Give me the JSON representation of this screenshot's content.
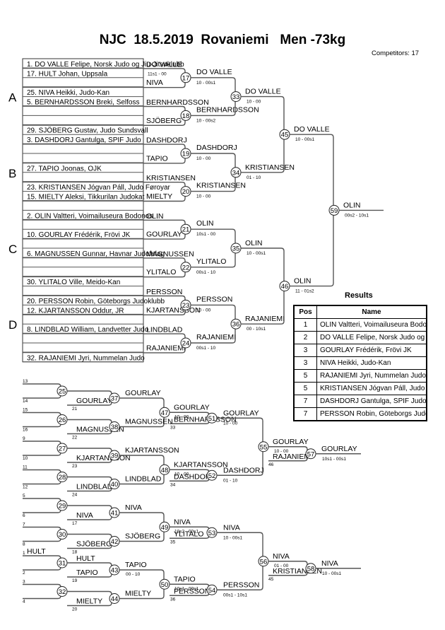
{
  "title": "NJC  18.5.2019  Rovaniemi   Men -73kg",
  "competitors_label": "Competitors: 17",
  "pools": [
    "A",
    "B",
    "C",
    "D"
  ],
  "draw": [
    "1. DO VALLE Felipe, Norsk Judo og Jiu-Jitsuklubb",
    "17. HULT Johan, Uppsala",
    "",
    "25. NIVA Heikki, Judo-Kan",
    "5. BERNHARDSSON Breki, Selfoss",
    "",
    "",
    "29. SJÖBERG Gustav, Judo Sundsvall",
    "3. DASHDORJ Gantulga, SPIF Judo",
    "",
    "",
    "27. TAPIO Joonas, OJK",
    "",
    "23. KRISTIANSEN Jógvan Páll, Judo Føroyar",
    "15. MIELTY Aleksi, Tikkurilan Judokat",
    "",
    "2. OLIN Valtteri, Voimailuseura Bodonos",
    "",
    "10. GOURLAY Frédérik, Frövi JK",
    "",
    "6. MAGNUSSEN Gunnar, Havnar Judofelag",
    "",
    "",
    "30. YLITALO Ville, Meido-Kan",
    "",
    "20. PERSSON Robin, Göteborgs Judoklubb",
    "12. KJARTANSSON Oddur, JR",
    "",
    "8. LINDBLAD William, Landvetter Judo",
    "",
    "",
    "32. RAJANIEMI Jyri, Nummelan Judo"
  ],
  "main_matches": [
    {
      "no": "17",
      "top": "DO VALLE",
      "bottom": "NIVA",
      "score": "11s1 - 00",
      "winner": "DO VALLE",
      "wscore": "10 - 00s1"
    },
    {
      "no": "18",
      "top": "BERNHARDSSON",
      "bottom": "SJÖBERG",
      "winner": "BERNHARDSSON",
      "wscore": "10 - 00s2"
    },
    {
      "no": "19",
      "top": "DASHDORJ",
      "bottom": "TAPIO",
      "winner": "DASHDORJ",
      "wscore": "10 - 00"
    },
    {
      "no": "20",
      "top": "KRISTIANSEN",
      "bottom": "MIELTY",
      "winner": "KRISTIANSEN",
      "wscore": "10 - 00"
    },
    {
      "no": "21",
      "top": "OLIN",
      "bottom": "GOURLAY",
      "winner": "OLIN",
      "wscore": "10s1 - 00"
    },
    {
      "no": "22",
      "top": "MAGNUSSEN",
      "bottom": "YLITALO",
      "winner": "YLITALO",
      "wscore": "00s1 - 10"
    },
    {
      "no": "23",
      "top": "PERSSON",
      "bottom": "KJARTANSSON",
      "winner": "PERSSON",
      "wscore": "10 - 00"
    },
    {
      "no": "24",
      "top": "LINDBLAD",
      "bottom": "RAJANIEMI",
      "winner": "RAJANIEMI",
      "wscore": "00s1 - 10"
    },
    {
      "no": "33",
      "winner": "DO VALLE",
      "wscore": "10 - 00"
    },
    {
      "no": "34",
      "winner": "KRISTIANSEN",
      "wscore": "01 - 10"
    },
    {
      "no": "35",
      "winner": "OLIN",
      "wscore": "10 - 00s1"
    },
    {
      "no": "36",
      "winner": "RAJANIEMI",
      "wscore": "00 - 10s1"
    },
    {
      "no": "45",
      "winner": "DO VALLE",
      "wscore": "10 - 00s1"
    },
    {
      "no": "46",
      "winner": "OLIN",
      "wscore": "11 - 01s2"
    },
    {
      "no": "59",
      "winner": "OLIN",
      "wscore": "00s2 - 10s1"
    }
  ],
  "repechage": {
    "r1": [
      {
        "no": "25",
        "a": "13",
        "b": "14"
      },
      {
        "no": "26",
        "a": "15",
        "b": "16"
      },
      {
        "no": "27",
        "a": "9",
        "b": "10"
      },
      {
        "no": "28",
        "a": "11",
        "b": "12"
      },
      {
        "no": "29",
        "a": "5",
        "b": "6"
      },
      {
        "no": "30",
        "a": "7",
        "b": "8"
      },
      {
        "no": "31",
        "a": "1",
        "b": "2",
        "a_name": "HULT"
      },
      {
        "no": "32",
        "a": "3",
        "b": "4"
      }
    ],
    "r2": [
      {
        "no": "37",
        "top": "",
        "bottom": "GOURLAY",
        "bref": "21",
        "winner": "GOURLAY"
      },
      {
        "no": "38",
        "top": "",
        "bottom": "MAGNUSSEN",
        "bref": "22",
        "winner": "MAGNUSSEN"
      },
      {
        "no": "39",
        "top": "",
        "bottom": "KJARTANSSON",
        "bref": "23",
        "winner": "KJARTANSSON"
      },
      {
        "no": "40",
        "top": "",
        "bottom": "LINDBLAD",
        "bref": "24",
        "winner": "LINDBLAD"
      },
      {
        "no": "41",
        "top": "",
        "bottom": "NIVA",
        "bref": "17",
        "winner": "NIVA"
      },
      {
        "no": "42",
        "top": "",
        "bottom": "SJÖBERG",
        "bref": "18",
        "winner": "SJÖBERG"
      },
      {
        "no": "43",
        "top": "HULT",
        "bottom": "TAPIO",
        "bref": "19",
        "winner": "TAPIO",
        "wscore": "00 - 10"
      },
      {
        "no": "44",
        "top": "",
        "bottom": "MIELTY",
        "bref": "20",
        "winner": "MIELTY"
      }
    ],
    "r3": [
      {
        "no": "47",
        "winner": "GOURLAY",
        "wscore": "10 - 00",
        "bottom": "BERNHARDSSON",
        "bref": "33"
      },
      {
        "no": "48",
        "winner": "KJARTANSSON",
        "wscore": "10 - 00",
        "bottom": "DASHDORJ",
        "bref": "34"
      },
      {
        "no": "49",
        "winner": "NIVA",
        "wscore": "10s2 - 00s1",
        "bottom": "YLITALO",
        "bref": "35"
      },
      {
        "no": "50",
        "winner": "TAPIO",
        "wscore": "10s1 - 00s1",
        "bottom": "PERSSON",
        "bref": "36"
      }
    ],
    "r4": [
      {
        "no": "51",
        "winner": "GOURLAY",
        "wscore": "10 - 00"
      },
      {
        "no": "52",
        "winner": "DASHDORJ",
        "wscore": "01 - 10"
      },
      {
        "no": "53",
        "winner": "NIVA",
        "wscore": "10 - 00s1"
      },
      {
        "no": "54",
        "winner": "PERSSON",
        "wscore": "00s1 - 10s1"
      }
    ],
    "r5": [
      {
        "no": "55",
        "winner": "GOURLAY",
        "wscore": "10 - 00",
        "bottom": "RAJANIEMI",
        "bref": "46"
      },
      {
        "no": "56",
        "winner": "NIVA",
        "wscore": "01 - 00",
        "bottom": "KRISTIANSEN",
        "bref": "45"
      }
    ],
    "r6": [
      {
        "no": "57",
        "winner": "GOURLAY",
        "wscore": "10s1 - 00s1"
      },
      {
        "no": "58",
        "winner": "NIVA",
        "wscore": "10 - 00s1"
      }
    ]
  },
  "results": {
    "title": "Results",
    "headers": [
      "Pos",
      "Name"
    ],
    "rows": [
      {
        "pos": "1",
        "name": "OLIN Valtteri, Voimailuseura Bodonos"
      },
      {
        "pos": "2",
        "name": "DO VALLE Felipe, Norsk Judo og Jiu-Jitsuklubb"
      },
      {
        "pos": "3",
        "name": "GOURLAY Frédérik, Frövi JK"
      },
      {
        "pos": "3",
        "name": "NIVA Heikki, Judo-Kan"
      },
      {
        "pos": "5",
        "name": "RAJANIEMI Jyri, Nummelan Judo"
      },
      {
        "pos": "5",
        "name": "KRISTIANSEN Jógvan Páll, Judo Føroyar"
      },
      {
        "pos": "7",
        "name": "DASHDORJ Gantulga, SPIF Judo"
      },
      {
        "pos": "7",
        "name": "PERSSON Robin, Göteborgs Judoklubb"
      }
    ]
  }
}
